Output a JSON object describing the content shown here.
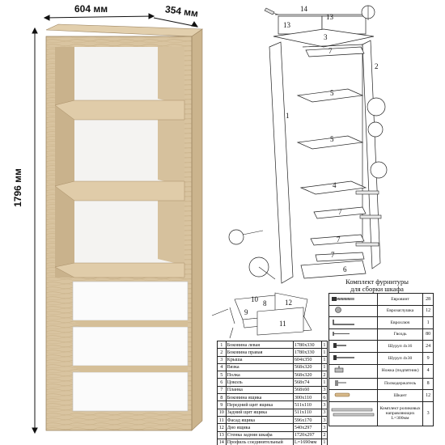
{
  "dimensions": {
    "width": "604 мм",
    "depth": "354 мм",
    "height": "1796 мм"
  },
  "part_labels": [
    "1",
    "2",
    "3",
    "4",
    "5",
    "6",
    "7",
    "8",
    "9",
    "10",
    "11",
    "12",
    "13",
    "14"
  ],
  "kit_title": {
    "line1": "Комплект фурнитуры",
    "line2": "для сборки шкафа"
  },
  "parts_table": [
    {
      "no": "1",
      "name": "Боковина левая",
      "size": "1780x330",
      "qty": "1"
    },
    {
      "no": "2",
      "name": "Боковина правая",
      "size": "1780x330",
      "qty": "1"
    },
    {
      "no": "3",
      "name": "Крыша",
      "size": "604x350",
      "qty": "1"
    },
    {
      "no": "4",
      "name": "Вязка",
      "size": "568x320",
      "qty": "1"
    },
    {
      "no": "5",
      "name": "Полка",
      "size": "568x320",
      "qty": "2"
    },
    {
      "no": "6",
      "name": "Цоколь",
      "size": "568x74",
      "qty": "1"
    },
    {
      "no": "7",
      "name": "Планка",
      "size": "568x60",
      "qty": "3"
    },
    {
      "no": "8",
      "name": "Боковина ящика",
      "size": "300x110",
      "qty": "6"
    },
    {
      "no": "9",
      "name": "Передний щит ящика",
      "size": "511x110",
      "qty": "3"
    },
    {
      "no": "10",
      "name": "Задний щит ящика",
      "size": "511x110",
      "qty": "3"
    },
    {
      "no": "11",
      "name": "Фасад ящика",
      "size": "596x170",
      "qty": "3"
    },
    {
      "no": "12",
      "name": "Дно ящика",
      "size": "540x297",
      "qty": "3"
    },
    {
      "no": "13",
      "name": "Стенка задняя шкафа",
      "size": "1720x297",
      "qty": "2"
    },
    {
      "no": "14",
      "name": "Профиль соединительный",
      "size": "L=1690мм",
      "qty": "1"
    }
  ],
  "hardware_table": [
    {
      "name": "Евровинт",
      "qty": "28",
      "icon": "screw-icon"
    },
    {
      "name": "Еврозаглушка",
      "qty": "12",
      "icon": "cap-icon"
    },
    {
      "name": "Еврохлюч",
      "qty": "1",
      "icon": "hex-key-icon"
    },
    {
      "name": "Гвоздь",
      "qty": "80",
      "icon": "nail-icon"
    },
    {
      "name": "Шуруп 4x16",
      "qty": "24",
      "icon": "screw-short-icon"
    },
    {
      "name": "Шуруп 4x30",
      "qty": "9",
      "icon": "screw-long-icon"
    },
    {
      "name": "Ножка (подпятник)",
      "qty": "4",
      "icon": "foot-icon"
    },
    {
      "name": "Полкодержатель",
      "qty": "8",
      "icon": "shelf-support-icon"
    },
    {
      "name": "Шкант",
      "qty": "12",
      "icon": "dowel-icon"
    },
    {
      "name": "Комплект роликовых направляющих L=300мм",
      "qty": "3",
      "icon": "drawer-runner-icon"
    }
  ],
  "colors": {
    "oak": "#d8c29f",
    "oak_dark": "#bfa67f",
    "white_panel": "#fbfbfb",
    "line": "#222222"
  }
}
